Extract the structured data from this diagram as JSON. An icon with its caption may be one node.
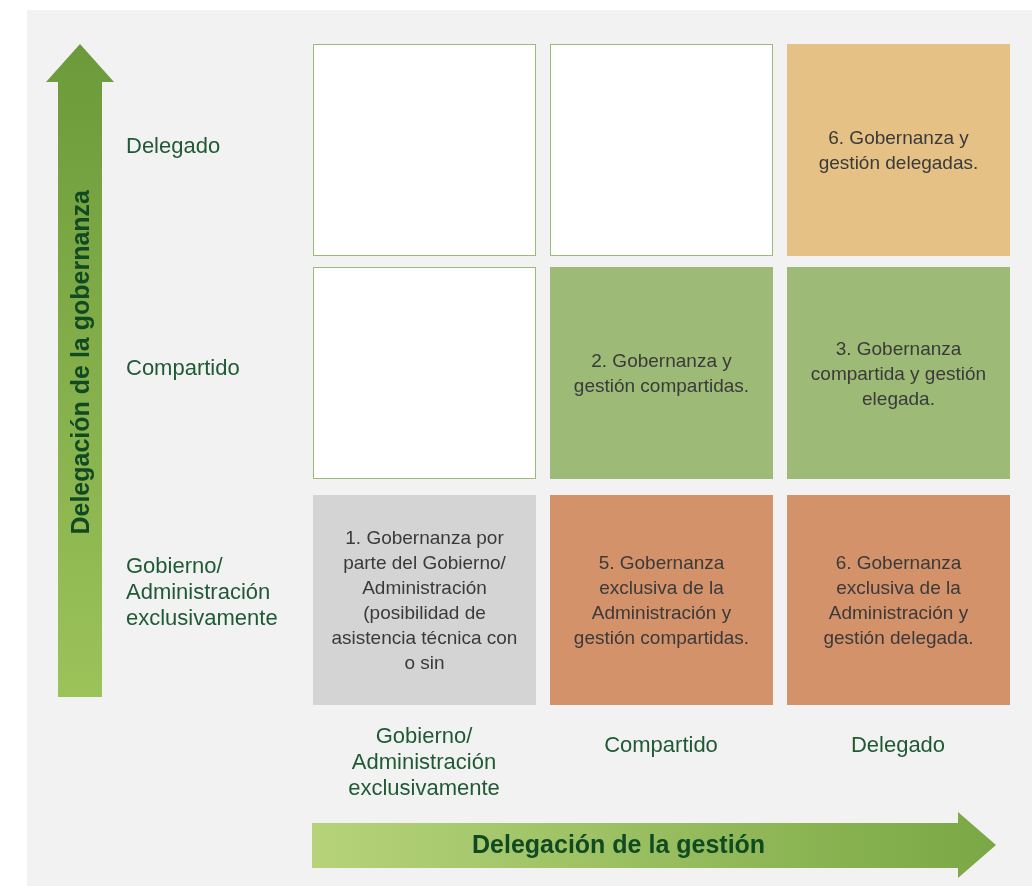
{
  "diagram": {
    "nodes": [
      {
        "text": [],
        "shape": "box"
      },
      {
        "text": [],
        "shape": "box"
      },
      {
        "text": [
          "6. Gobernanza y gestión delegadas."
        ]
      },
      {
        "text": [],
        "shape": "box"
      },
      {
        "text": [
          "2. Gobernanza y gestión compartidas."
        ]
      },
      {
        "text": [
          "3. Gobernanza compartida y gestión elegada."
        ]
      },
      {
        "text": [
          "1. Gobernanza por parte del Gobierno/ Administración (posibilidad de asistencia técnica con o sin"
        ]
      },
      {
        "text": [
          "5. Gobernanza exclusiva de la Administración y gestión compartidas."
        ]
      },
      {
        "text": [
          "6. Gobernanza exclusiva de la Administración y gestión delegada."
        ]
      }
    ],
    "edges": [],
    "labels": [
      "Delegación de la gobernanza",
      "Delegado",
      "Compartido",
      "Gobierno/ Administración exclusivamente",
      "Gobierno/ Administración exclusivamente",
      "Compartido",
      "Delegado",
      "Delegación de la gestión"
    ]
  }
}
